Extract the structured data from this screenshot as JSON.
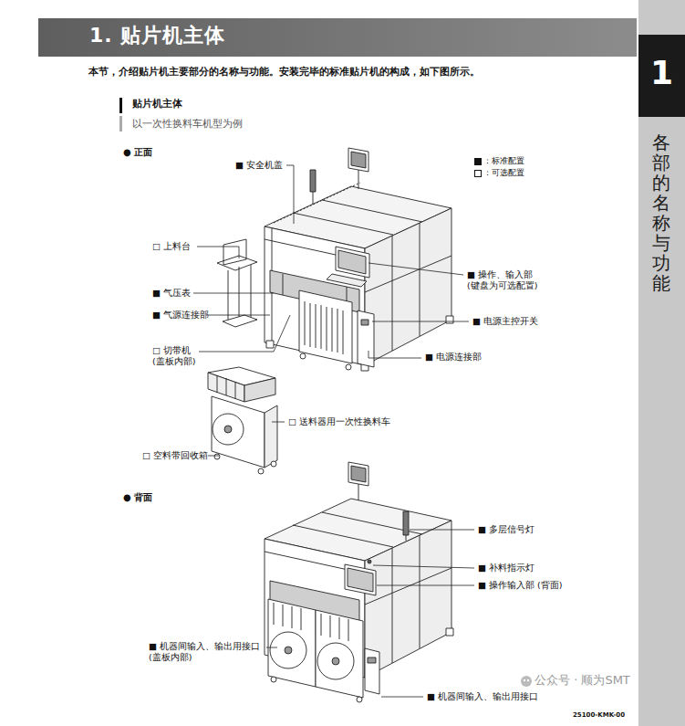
{
  "diagram": {
    "title": "1. 贴片机主体",
    "nodes": [
      {
        "text": [
          "各部的名称与功能"
        ]
      },
      {
        "text": [
          "1"
        ],
        "in": 0
      }
    ],
    "labels": [
      "本节，介绍贴片机主要部分的名称与功能。安装完毕的标准贴片机的构成，如下图所示。",
      "贴片机主体",
      "以一次性换料车机型为例",
      "● 正面",
      "■ 安全机盖",
      "□ 上料台",
      "■ 气压表",
      "■ 气源连接部",
      "□ 切带机 (盖板内部)",
      "■ 操作、输入部 (键盘为可选配置)",
      "■ 电源主控开关",
      "■ 电源连接部",
      "□ 送料器用一次性换料车",
      "□ 空料带回收箱",
      "● 背面",
      "■ 多层信号灯",
      "■ 补料指示灯",
      "■ 操作输入部 (背面)",
      "■ 机器间输入、输出用接口 (盖板内部)",
      "■ 机器间输入、输出用接口",
      "公众号 · 顺为SMT",
      "25100-KMK-00"
    ],
    "legend": [
      {
        "text": "：标准配置"
      },
      {
        "text": "：可选配置"
      }
    ]
  }
}
